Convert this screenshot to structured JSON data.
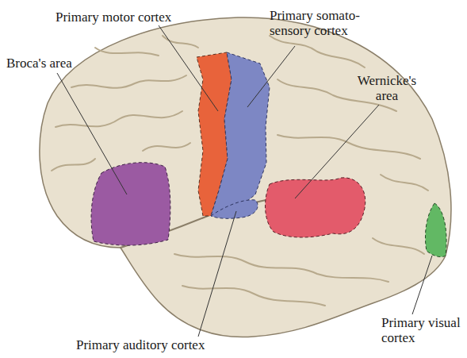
{
  "diagram": {
    "labels": [
      "Primary motor cortex",
      "Primary somato-sensory cortex",
      "Broca's area",
      "Wernicke's area",
      "Primary auditory cortex",
      "Primary visual cortex"
    ]
  }
}
